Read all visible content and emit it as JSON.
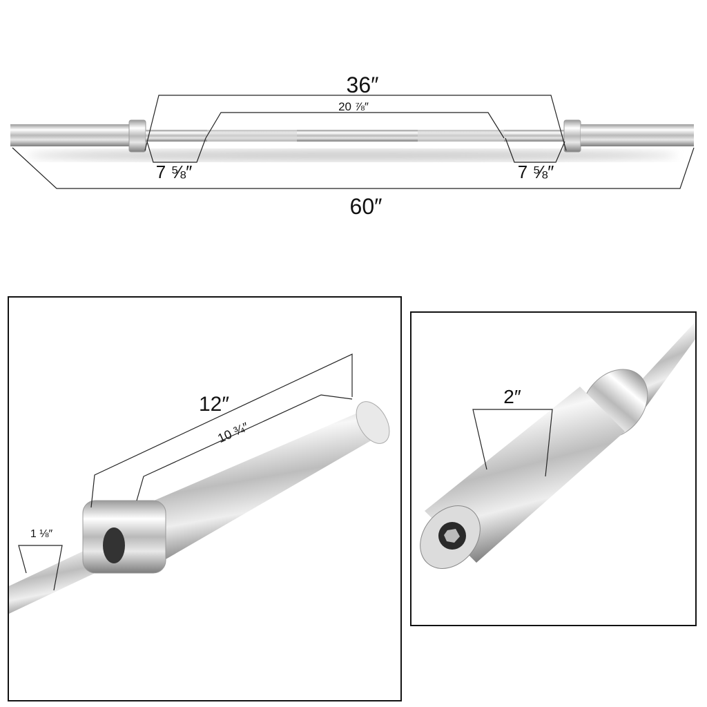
{
  "title": "Olympic barbell dimensions",
  "overview": {
    "total_length": "60″",
    "inner_length": "36″",
    "grip_section": "20 ⅞″",
    "left_shaft_segment": "7 ⅝″",
    "right_shaft_segment": "7 ⅝″"
  },
  "sleeve_detail": {
    "sleeve_length": "12″",
    "loadable_length": "10 ¾″",
    "shaft_diameter": "1 ⅛″"
  },
  "end_detail": {
    "sleeve_diameter": "2″"
  },
  "colors": {
    "line": "#222222",
    "chrome_light": "#f4f4f4",
    "chrome_dark": "#8a8a8a"
  }
}
